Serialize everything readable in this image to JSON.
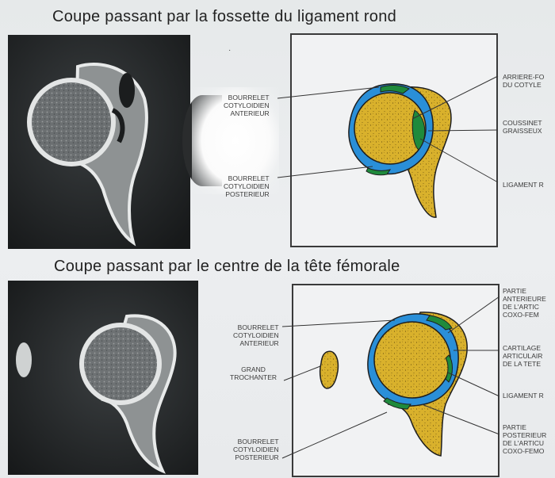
{
  "colors": {
    "bone": "#d9b12c",
    "labrum": "#2a8fd8",
    "ligament": "#1f8a3c",
    "outline": "#1e1e1e",
    "ct_dark": "#1f2325"
  },
  "top": {
    "title": "Coupe passant par la fossette du ligament rond",
    "labels": {
      "bourrelet_anterieur": "BOURRELET\nCOTYLOIDIEN\nANTERIEUR",
      "bourrelet_posterieur": "BOURRELET\nCOTYLOIDIEN\nPOSTERIEUR",
      "arriere_fond": "ARRIERE-FO\nDU COTYLE",
      "coussinet": "COUSSINET\nGRAISSEUX",
      "ligament": "LIGAMENT R"
    }
  },
  "bottom": {
    "title": "Coupe passant par le centre de la tête fémorale",
    "labels": {
      "bourrelet_anterieur": "BOURRELET\nCOTYLOIDIEN\nANTERIEUR",
      "grand_trochanter": "GRAND\nTROCHANTER",
      "bourrelet_posterieur": "BOURRELET\nCOTYLOIDIEN\nPOSTERIEUR",
      "partie_anterieure": "PARTIE\nANTERIEURE\nDE L'ARTIC\nCOXO-FEM",
      "cartilage": "CARTILAGE\nARTICULAIR\nDE LA TETE",
      "ligament": "LIGAMENT R",
      "partie_posterieure": "PARTIE\nPOSTERIEUR\nDE L'ARTICU\nCOXO-FEMO"
    }
  }
}
